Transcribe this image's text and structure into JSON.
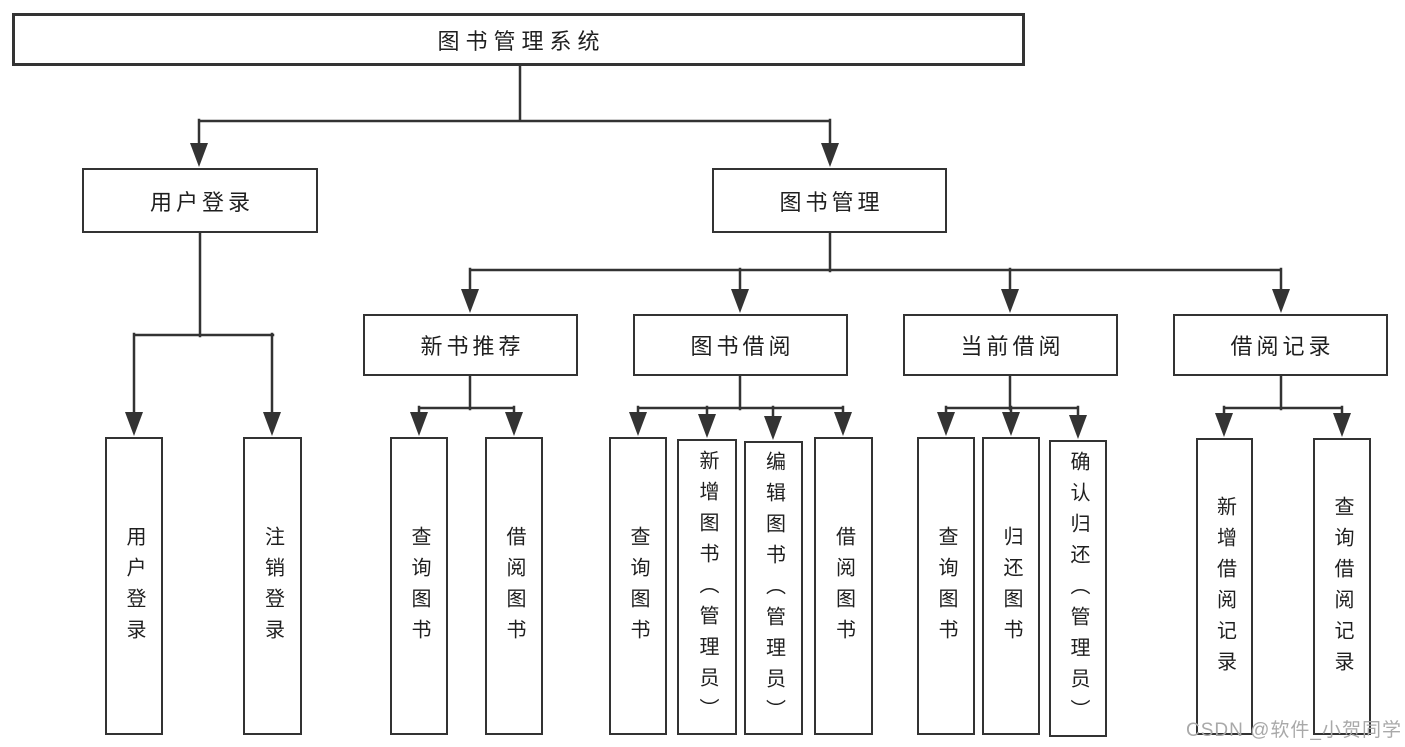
{
  "diagram": {
    "type": "hierarchy-tree",
    "orientation": "top-down"
  },
  "tree": {
    "label": "图书管理系统",
    "children": [
      {
        "label": "用户登录",
        "children": [
          {
            "label": "用户登录"
          },
          {
            "label": "注销登录"
          }
        ]
      },
      {
        "label": "图书管理",
        "children": [
          {
            "label": "新书推荐",
            "children": [
              {
                "label": "查询图书"
              },
              {
                "label": "借阅图书"
              }
            ]
          },
          {
            "label": "图书借阅",
            "children": [
              {
                "label": "查询图书"
              },
              {
                "label": "新增图书（管理员）"
              },
              {
                "label": "编辑图书（管理员）"
              },
              {
                "label": "借阅图书"
              }
            ]
          },
          {
            "label": "当前借阅",
            "children": [
              {
                "label": "查询图书"
              },
              {
                "label": "归还图书"
              },
              {
                "label": "确认归还（管理员）"
              }
            ]
          },
          {
            "label": "借阅记录",
            "children": [
              {
                "label": "新增借阅记录"
              },
              {
                "label": "查询借阅记录"
              }
            ]
          }
        ]
      }
    ]
  },
  "watermark": {
    "text": "CSDN @软件_小贺同学"
  },
  "colors": {
    "line": "#333333",
    "border": "#333333",
    "text": "#1f1f1f",
    "watermark": "#a9a9a9",
    "canvas": "#ffffff"
  }
}
